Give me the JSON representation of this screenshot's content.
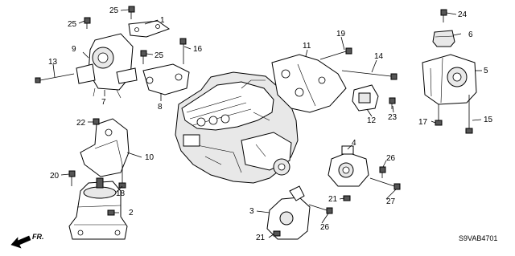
{
  "diagram": {
    "callouts": [
      {
        "id": "c1",
        "text": "1"
      },
      {
        "id": "c2",
        "text": "2"
      },
      {
        "id": "c3",
        "text": "3"
      },
      {
        "id": "c4",
        "text": "4"
      },
      {
        "id": "c5",
        "text": "5"
      },
      {
        "id": "c6",
        "text": "6"
      },
      {
        "id": "c7",
        "text": "7"
      },
      {
        "id": "c8",
        "text": "8"
      },
      {
        "id": "c9",
        "text": "9"
      },
      {
        "id": "c10",
        "text": "10"
      },
      {
        "id": "c11",
        "text": "11"
      },
      {
        "id": "c12",
        "text": "12"
      },
      {
        "id": "c13",
        "text": "13"
      },
      {
        "id": "c14",
        "text": "14"
      },
      {
        "id": "c15",
        "text": "15"
      },
      {
        "id": "c16",
        "text": "16"
      },
      {
        "id": "c17",
        "text": "17"
      },
      {
        "id": "c18",
        "text": "18"
      },
      {
        "id": "c19",
        "text": "19"
      },
      {
        "id": "c20",
        "text": "20"
      },
      {
        "id": "c21a",
        "text": "21"
      },
      {
        "id": "c21b",
        "text": "21"
      },
      {
        "id": "c22",
        "text": "22"
      },
      {
        "id": "c23",
        "text": "23"
      },
      {
        "id": "c24",
        "text": "24"
      },
      {
        "id": "c25a",
        "text": "25"
      },
      {
        "id": "c25b",
        "text": "25"
      },
      {
        "id": "c25c",
        "text": "25"
      },
      {
        "id": "c26a",
        "text": "26"
      },
      {
        "id": "c26b",
        "text": "26"
      },
      {
        "id": "c27",
        "text": "27"
      }
    ],
    "direction_label": "FR.",
    "diagram_code": "S9VAB4701"
  }
}
